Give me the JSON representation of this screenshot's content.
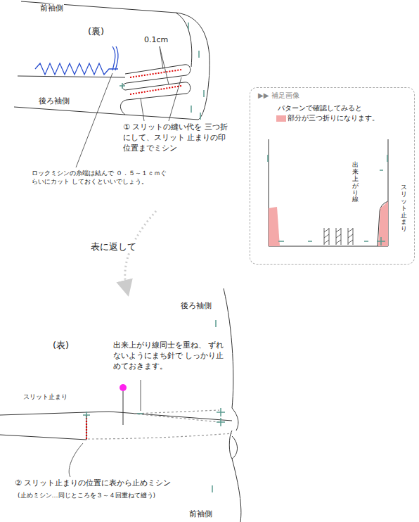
{
  "diagram": {
    "nodes": [
      {
        "text": [
          "▶▶ 補足画像",
          "パターンで確認してみると"
        ]
      }
    ],
    "labels": [
      "前袖側",
      "(裏)",
      "0.1cm",
      "後ろ袖側",
      "① スリットの縫い代を 三つ折にして、スリット 止まりの印位置までミシン",
      "ロックミシンの糸端は結んで ０．５～１ｃｍぐらいにカット しておくといいでしょう。",
      "出来上がり線",
      "スリット止まり",
      "表に返して",
      "後ろ袖側",
      "(表)",
      "出来上がり線同士を重ね、 ずれないようにまち針で しっかり止めておきます。",
      "スリット止まり",
      "② スリット止まりの位置に表から止めミシン",
      "(止めミシン…同じところを３～４回重ねて縫う)",
      "前袖側"
    ],
    "legend": [
      {
        "text": "部分が三つ折りになります。",
        "color": "#f4a9a9"
      }
    ]
  }
}
